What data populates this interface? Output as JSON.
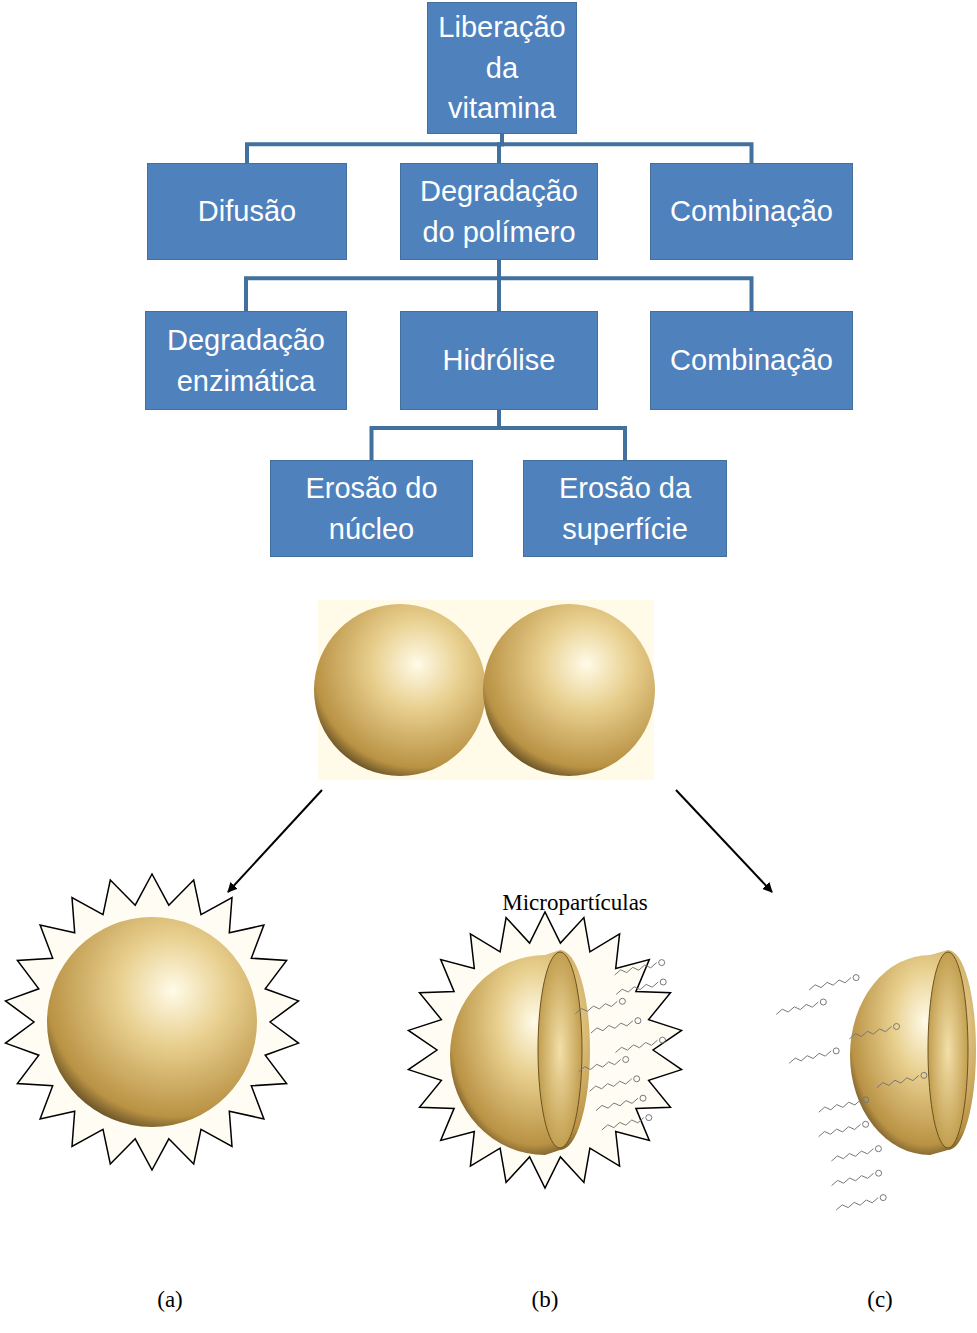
{
  "diagram": {
    "nodes": [
      {
        "text": [
          "Liberação da vitamina"
        ]
      },
      {
        "text": [
          "Difusão"
        ]
      },
      {
        "text": [
          "Degradação do polímero"
        ]
      },
      {
        "text": [
          "Combinação"
        ]
      },
      {
        "text": [
          "Degradação enzimática"
        ]
      },
      {
        "text": [
          "Hidrólise"
        ]
      },
      {
        "text": [
          "Combinação"
        ]
      },
      {
        "text": [
          "Erosão do núcleo"
        ]
      },
      {
        "text": [
          "Erosão da superfície"
        ]
      }
    ],
    "edges": [
      {
        "from": 0,
        "to": 1,
        "arrow": "none"
      },
      {
        "from": 0,
        "to": 2,
        "arrow": "none"
      },
      {
        "from": 0,
        "to": 3,
        "arrow": "none"
      },
      {
        "from": 2,
        "to": 4,
        "arrow": "none"
      },
      {
        "from": 2,
        "to": 5,
        "arrow": "none"
      },
      {
        "from": 2,
        "to": 6,
        "arrow": "none"
      },
      {
        "from": 5,
        "to": 7,
        "arrow": "none"
      },
      {
        "from": 5,
        "to": 8,
        "arrow": "none"
      }
    ],
    "labels": [
      "Micropartículas",
      "(a)",
      "(b)",
      "(c)"
    ]
  }
}
